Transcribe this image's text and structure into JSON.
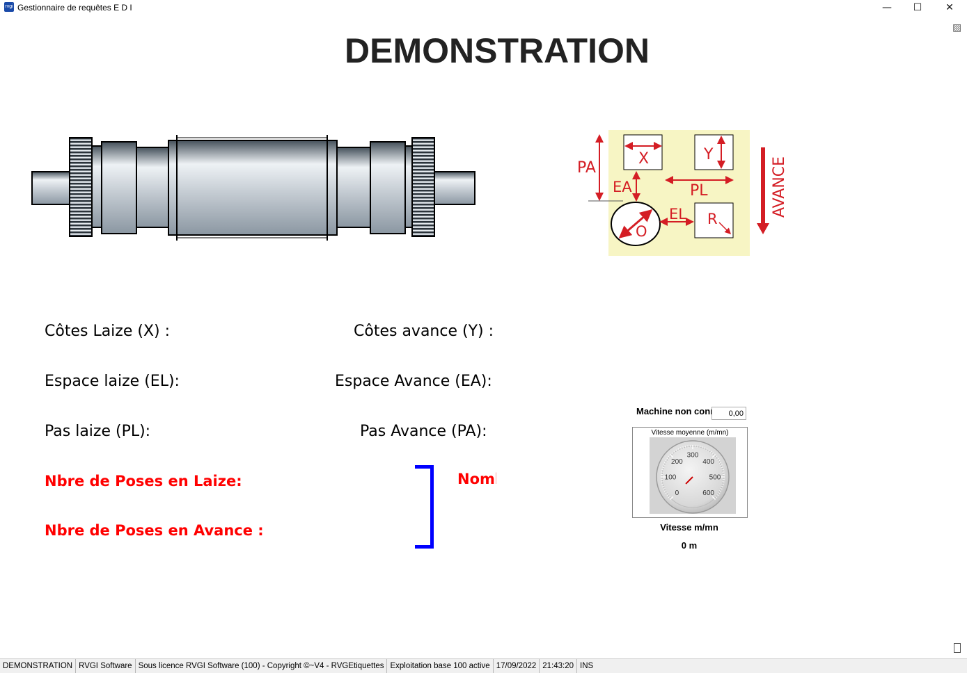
{
  "window": {
    "title": "Gestionnaire de requêtes E D I",
    "icon_text": "rvgi",
    "minimize": "—",
    "maximize": "☐",
    "close": "✕",
    "grip": "▨"
  },
  "page_title": "DEMONSTRATION",
  "labels": {
    "cotes_laize": "Côtes Laize (X) :",
    "cotes_avance": "Côtes avance (Y) :",
    "espace_laize": "Espace laize (EL):",
    "espace_avance": "Espace Avance (EA):",
    "pas_laize": "Pas laize (PL):",
    "pas_avance": "Pas Avance (PA):",
    "poses_laize": "Nbre de Poses en Laize:",
    "poses_avance": "Nbre de Poses en Avance :",
    "nombre_truncated": "Nombre"
  },
  "diagram": {
    "pa": "PA",
    "x": "X",
    "y": "Y",
    "ea": "EA",
    "pl": "PL",
    "el": "EL",
    "r": "R",
    "o": "O",
    "avance": "AVANCE"
  },
  "speed_panel": {
    "machine_label": "Machine non connectée",
    "machine_value": "0,00",
    "gauge_title": "Vitesse moyenne (m/mn)",
    "gauge_ticks": [
      "0",
      "100",
      "200",
      "300",
      "400",
      "500",
      "600"
    ],
    "gauge_value": 0,
    "vitesse_label": "Vitesse m/mn",
    "distance": "0 m"
  },
  "statusbar": [
    "DEMONSTRATION",
    "RVGI Software",
    "Sous licence RVGI Software (100) - Copyright ©~V4 - RVGEtiquettes",
    "Exploitation base 100 active",
    "17/09/2022",
    "21:43:20",
    "INS"
  ],
  "colors": {
    "red": "#ff0000",
    "diagram_red": "#d41d24",
    "diagram_bg": "#f7f5c4",
    "bracket_blue": "#0000ff"
  }
}
